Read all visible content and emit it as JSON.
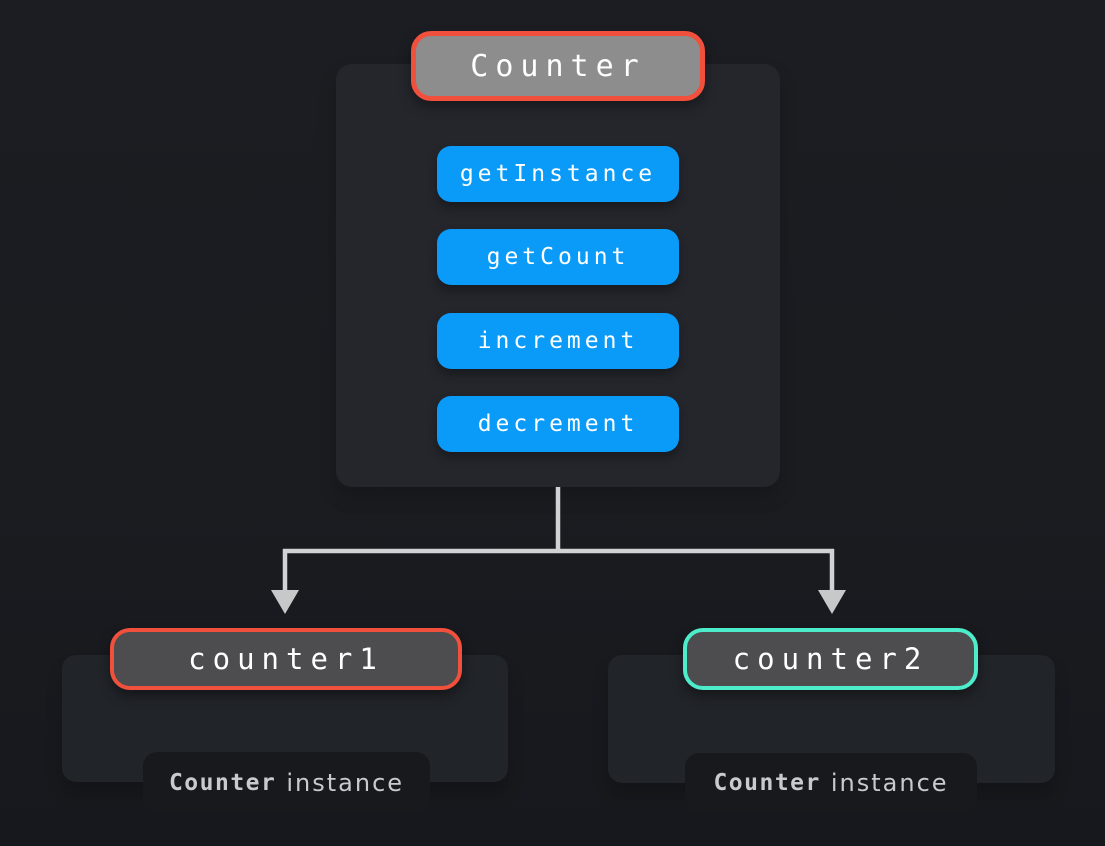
{
  "class_box": {
    "name": "Counter",
    "methods": [
      "getInstance",
      "getCount",
      "increment",
      "decrement"
    ]
  },
  "instances": [
    {
      "var_name": "counter1",
      "label_code": "Counter",
      "label_text": "instance",
      "accent_color": "#f0503c"
    },
    {
      "var_name": "counter2",
      "label_code": "Counter",
      "label_text": "instance",
      "accent_color": "#4deccb"
    }
  ],
  "colors": {
    "page_background": "#1a1c20",
    "class_container": "#24262c",
    "instance_card": "#212429",
    "instance_label_box": "#17191d",
    "class_pill_background": "#8d8d8d",
    "instance_pill_background": "#4d4d4f",
    "method_button_background": "#0a9bf9",
    "red_accent": "#f0503c",
    "mint_accent": "#4deccb",
    "connector_line": "#d0d2d3",
    "primary_text": "#ffffff",
    "muted_text": "#c9cacc"
  }
}
